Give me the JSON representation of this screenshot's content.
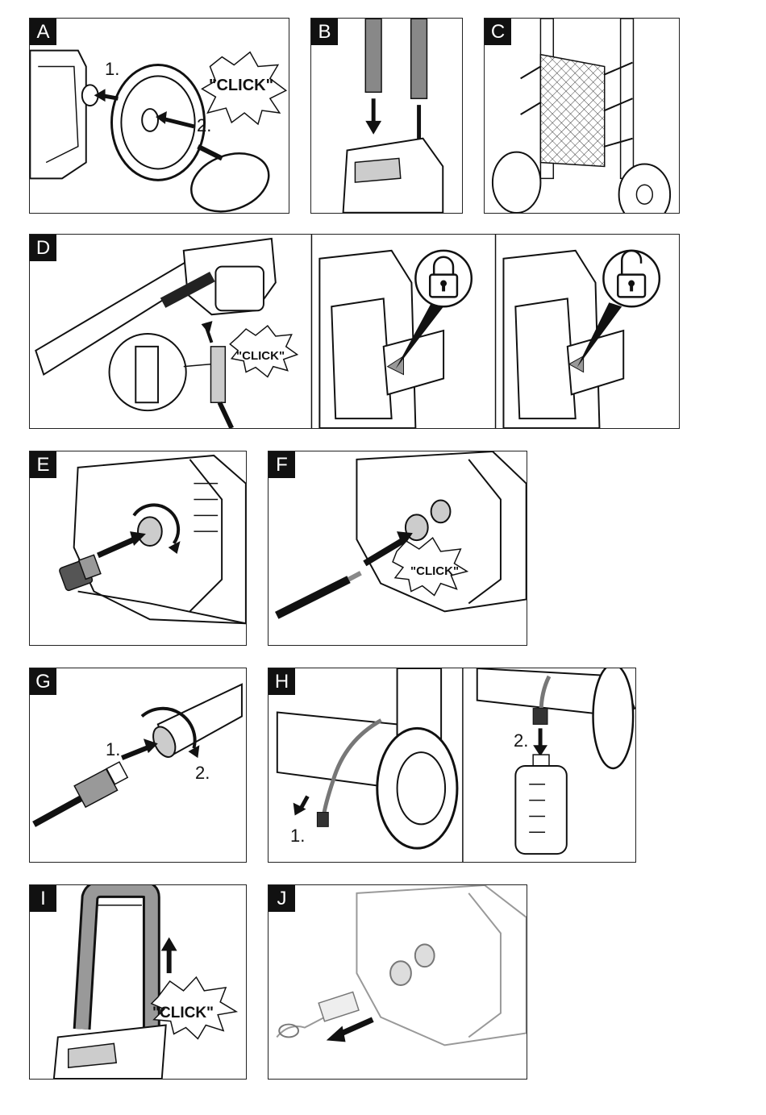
{
  "panels": {
    "A": {
      "tag": "A",
      "step1": "1.",
      "step2": "2.",
      "click": "\"CLICK\""
    },
    "B": {
      "tag": "B"
    },
    "C": {
      "tag": "C"
    },
    "D": {
      "tag": "D",
      "click": "\"CLICK\""
    },
    "E": {
      "tag": "E"
    },
    "F": {
      "tag": "F",
      "click": "\"CLICK\""
    },
    "G": {
      "tag": "G",
      "step1": "1.",
      "step2": "2."
    },
    "H": {
      "tag": "H",
      "step1": "1.",
      "step2": "2."
    },
    "I": {
      "tag": "I",
      "click": "\"CLICK\""
    },
    "J": {
      "tag": "J"
    }
  },
  "icons": {
    "lock_closed": "padlock-closed-icon",
    "lock_open": "padlock-open-icon"
  },
  "colors": {
    "line": "#111111",
    "fill_dark": "#888888",
    "fill_light": "#cfcfcf"
  }
}
